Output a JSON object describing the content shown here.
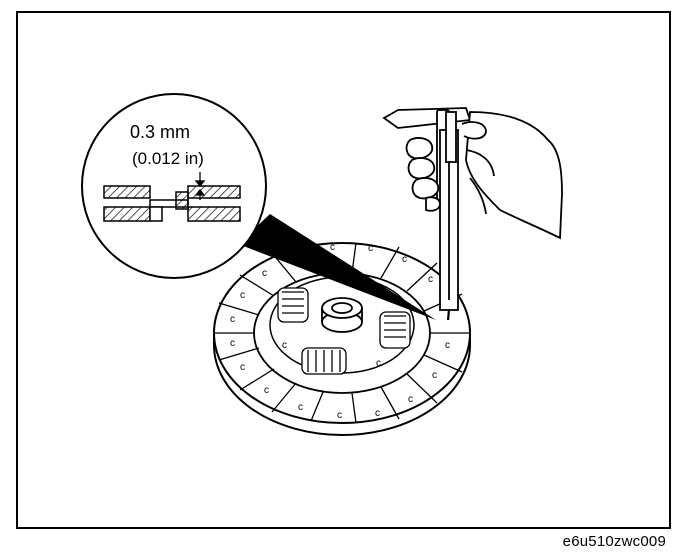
{
  "callout": {
    "value_mm": "0.3 mm",
    "value_in": "(0.012 in)"
  },
  "figure_code": "e6u510zwc009"
}
